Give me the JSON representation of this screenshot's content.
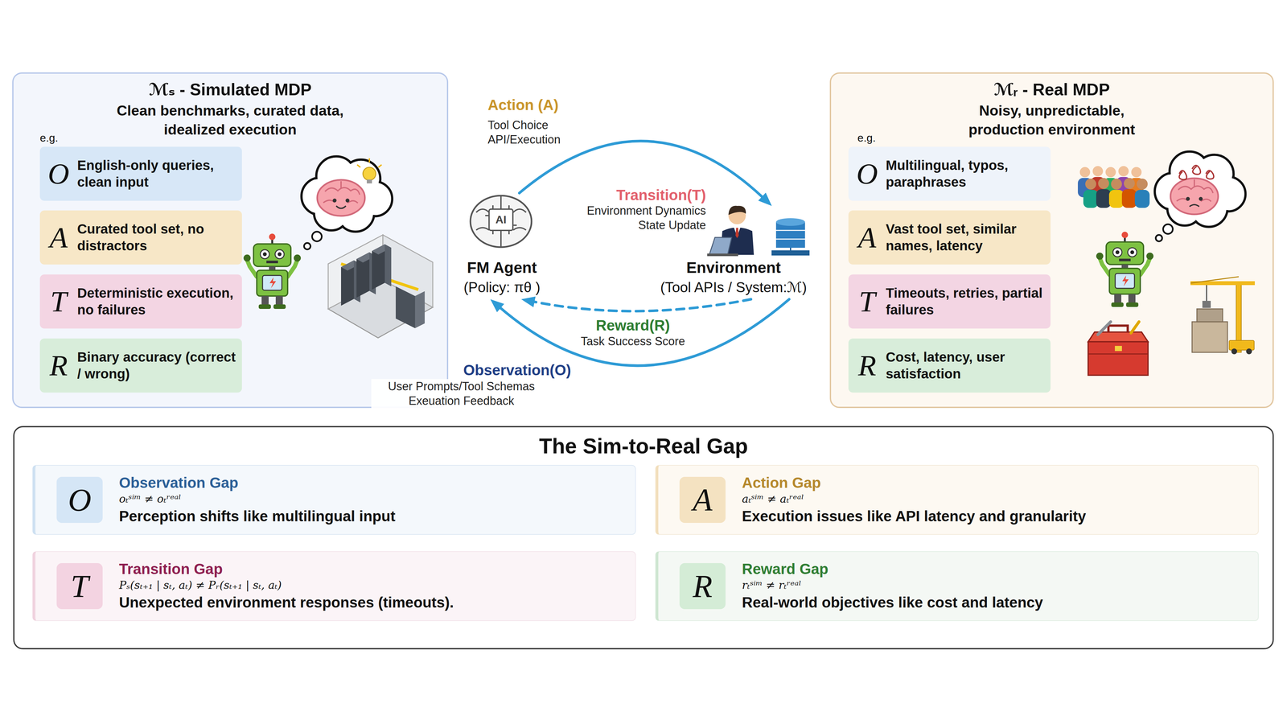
{
  "diagram": {
    "nodes": [
      {
        "text": [
          "ℳₛ - Simulated MDP",
          "Clean benchmarks, curated data, idealized execution",
          "e.g."
        ]
      },
      {
        "text": [
          "O",
          "English-only queries, clean input"
        ],
        "in": 0
      },
      {
        "text": [
          "A",
          "Curated tool set, no distractors"
        ],
        "in": 0
      },
      {
        "text": [
          "T",
          "Deterministic execution, no failures"
        ],
        "in": 0
      },
      {
        "text": [
          "R",
          "Binary accuracy (correct / wrong)"
        ],
        "in": 0
      },
      {
        "text": [
          "FM Agent",
          "(Policy: πθ )"
        ]
      },
      {
        "text": [
          "Environment",
          "(Tool APIs / System:ℳ)"
        ]
      },
      {
        "text": [
          "ℳᵣ - Real MDP",
          "Noisy, unpredictable, production environment",
          "e.g."
        ]
      },
      {
        "text": [
          "O",
          "Multilingual, typos, paraphrases"
        ],
        "in": 7
      },
      {
        "text": [
          "A",
          "Vast tool set, similar names, latency"
        ],
        "in": 7
      },
      {
        "text": [
          "T",
          "Timeouts, retries, partial failures"
        ],
        "in": 7
      },
      {
        "text": [
          "R",
          "Cost, latency, user satisfaction"
        ],
        "in": 7
      },
      {
        "text": [
          "The Sim-to-Real Gap"
        ]
      },
      {
        "text": [
          "Observation Gap",
          "oₜˢⁱᵐ ≠ oₜʳᵉᵃˡ",
          "Perception shifts like multilingual input"
        ],
        "in": 12
      },
      {
        "text": [
          "O"
        ],
        "in": 13
      },
      {
        "text": [
          "Action Gap",
          "aₜˢⁱᵐ ≠ aₜʳᵉᵃˡ",
          "Execution issues like API latency and granularity"
        ],
        "in": 12
      },
      {
        "text": [
          "A"
        ],
        "in": 15
      },
      {
        "text": [
          "Transition Gap",
          "Pₛ(sₜ₊₁ | sₜ, aₜ) ≠ Pᵣ(sₜ₊₁ | sₜ, aₜ)",
          "Unexpected environment responses (timeouts)."
        ],
        "in": 12
      },
      {
        "text": [
          "T"
        ],
        "in": 17
      },
      {
        "text": [
          "Reward Gap",
          "rₜˢⁱᵐ ≠ rₜʳᵉᵃˡ",
          "Real-world objectives like cost and latency"
        ],
        "in": 12
      },
      {
        "text": [
          "R"
        ],
        "in": 19
      }
    ],
    "edges": [
      {
        "from": 5,
        "to": 6,
        "arrow": "to"
      },
      {
        "from": 6,
        "to": 5,
        "arrow": "to"
      },
      {
        "from": 6,
        "to": 5,
        "arrow": "to"
      }
    ],
    "labels": [
      "Action (A)",
      "Tool Choice API/Execution",
      "Transition(T)",
      "Environment Dynamics State Update",
      "Reward(R)",
      "Task Success Score",
      "Observation(O)",
      "User Prompts/Tool Schemas Exeuation Feedback",
      "AI"
    ]
  }
}
